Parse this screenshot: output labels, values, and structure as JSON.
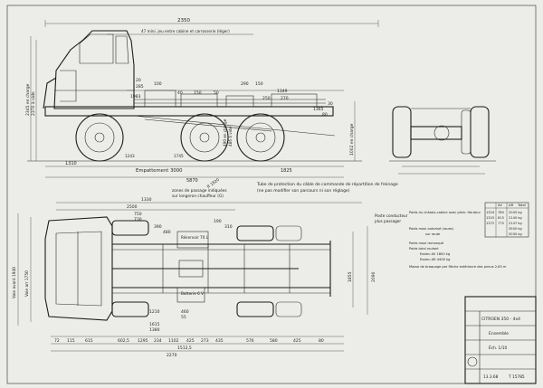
{
  "side_view": {
    "dims_top": [
      "2350",
      "47 mini. jeu entre cabine et carrosserie (léger)"
    ],
    "dims_mid": [
      "20",
      "285",
      "1983",
      "40",
      "150",
      "50",
      "1349",
      "250",
      "270",
      "1365",
      "80",
      "100",
      "290",
      "150",
      "30"
    ],
    "vertical_left": "2345 en charge",
    "vertical_left2": "2370 à vide",
    "vertical_right": "1002 en charge",
    "bottom": [
      "1310",
      "Empattement 3000",
      "1825",
      "5870",
      "1243",
      "1745",
      "490 en charge",
      "486 à vide"
    ]
  },
  "plan_view": {
    "tube_note_1": "Tube de protection du câble de commande de répartition de freinage",
    "tube_note_2": "(ne pas modifier son parcours ni son réglage)",
    "zones_note_1": "zones de passage indiquées",
    "zones_note_2": "sur longeron chauffeur (G)",
    "r_label": "R 1820",
    "top_dims": [
      "1330",
      "2500",
      "750",
      "730",
      "390",
      "480",
      "190",
      "310"
    ],
    "reservoir": "Réservoir\n70 L",
    "batterie": "Batterie\n6 V",
    "left_dims": [
      "Voie avant 1940",
      "Voie arr 1750"
    ],
    "right_dims": [
      "1855",
      "2090"
    ],
    "bottom_dims": [
      "72",
      "115",
      "615",
      "602,5",
      "1295",
      "234",
      "1102",
      "425",
      "273",
      "435",
      "576",
      "580",
      "425",
      "80"
    ],
    "bottom_totals": [
      "1512,5",
      "2270",
      "1615",
      "1380",
      "1210",
      "460",
      "55"
    ]
  },
  "weights": {
    "header": [
      "",
      "AV",
      "AR",
      "Total"
    ],
    "rows": [
      [
        "1324",
        "780",
        "2045 kg"
      ],
      [
        "1325",
        "815",
        "2140 kg"
      ],
      [
        "1372",
        "775",
        "2147 kg"
      ],
      [
        "",
        "",
        "3500 kg"
      ],
      [
        "",
        "",
        "5030 kg"
      ]
    ],
    "labels": [
      "Poids du châssis-cabine avec plein: Hauteur",
      "Poids maxi autorisé (roues)",
      "sur route",
      "Poids maxi remorqué",
      "Poids total roulant",
      "Essieu AV  1800 kg",
      "Essieu AR  4400 kg",
      "Masse de braquage par flèche extérieure des pneus 2,65 m"
    ],
    "side_note_1": "Poste conducteur",
    "side_note_2": "plus passager"
  },
  "title_block": {
    "brand": "CITROEN 350 - 4x4",
    "subtitle": "Ensemble",
    "scale": "Éch. 1/10",
    "date": "13.3.68",
    "ref": "T 15785"
  }
}
